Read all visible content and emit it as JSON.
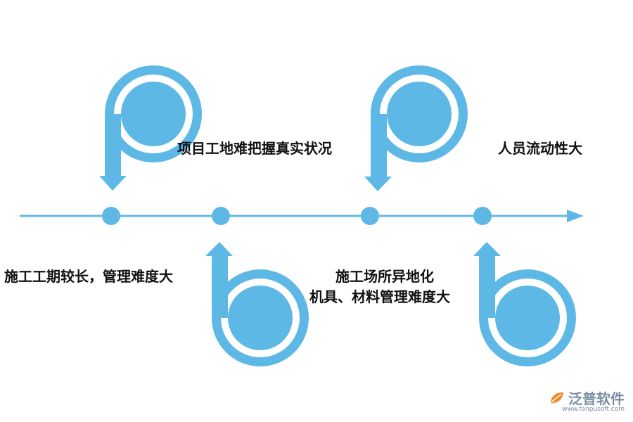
{
  "colors": {
    "accent": "#5db8e6",
    "timeline": "#5db8e6",
    "text": "#111111"
  },
  "items": [
    {
      "label": "施工工期较长，管理难度大"
    },
    {
      "label": "项目工地难把握真实状况"
    },
    {
      "label_lines": [
        "施工场所异地化",
        "机具、材料管理难度大"
      ]
    },
    {
      "label": "人员流动性大"
    }
  ],
  "logo": {
    "name": "泛普软件",
    "url": "www.fanpusoft.com"
  }
}
